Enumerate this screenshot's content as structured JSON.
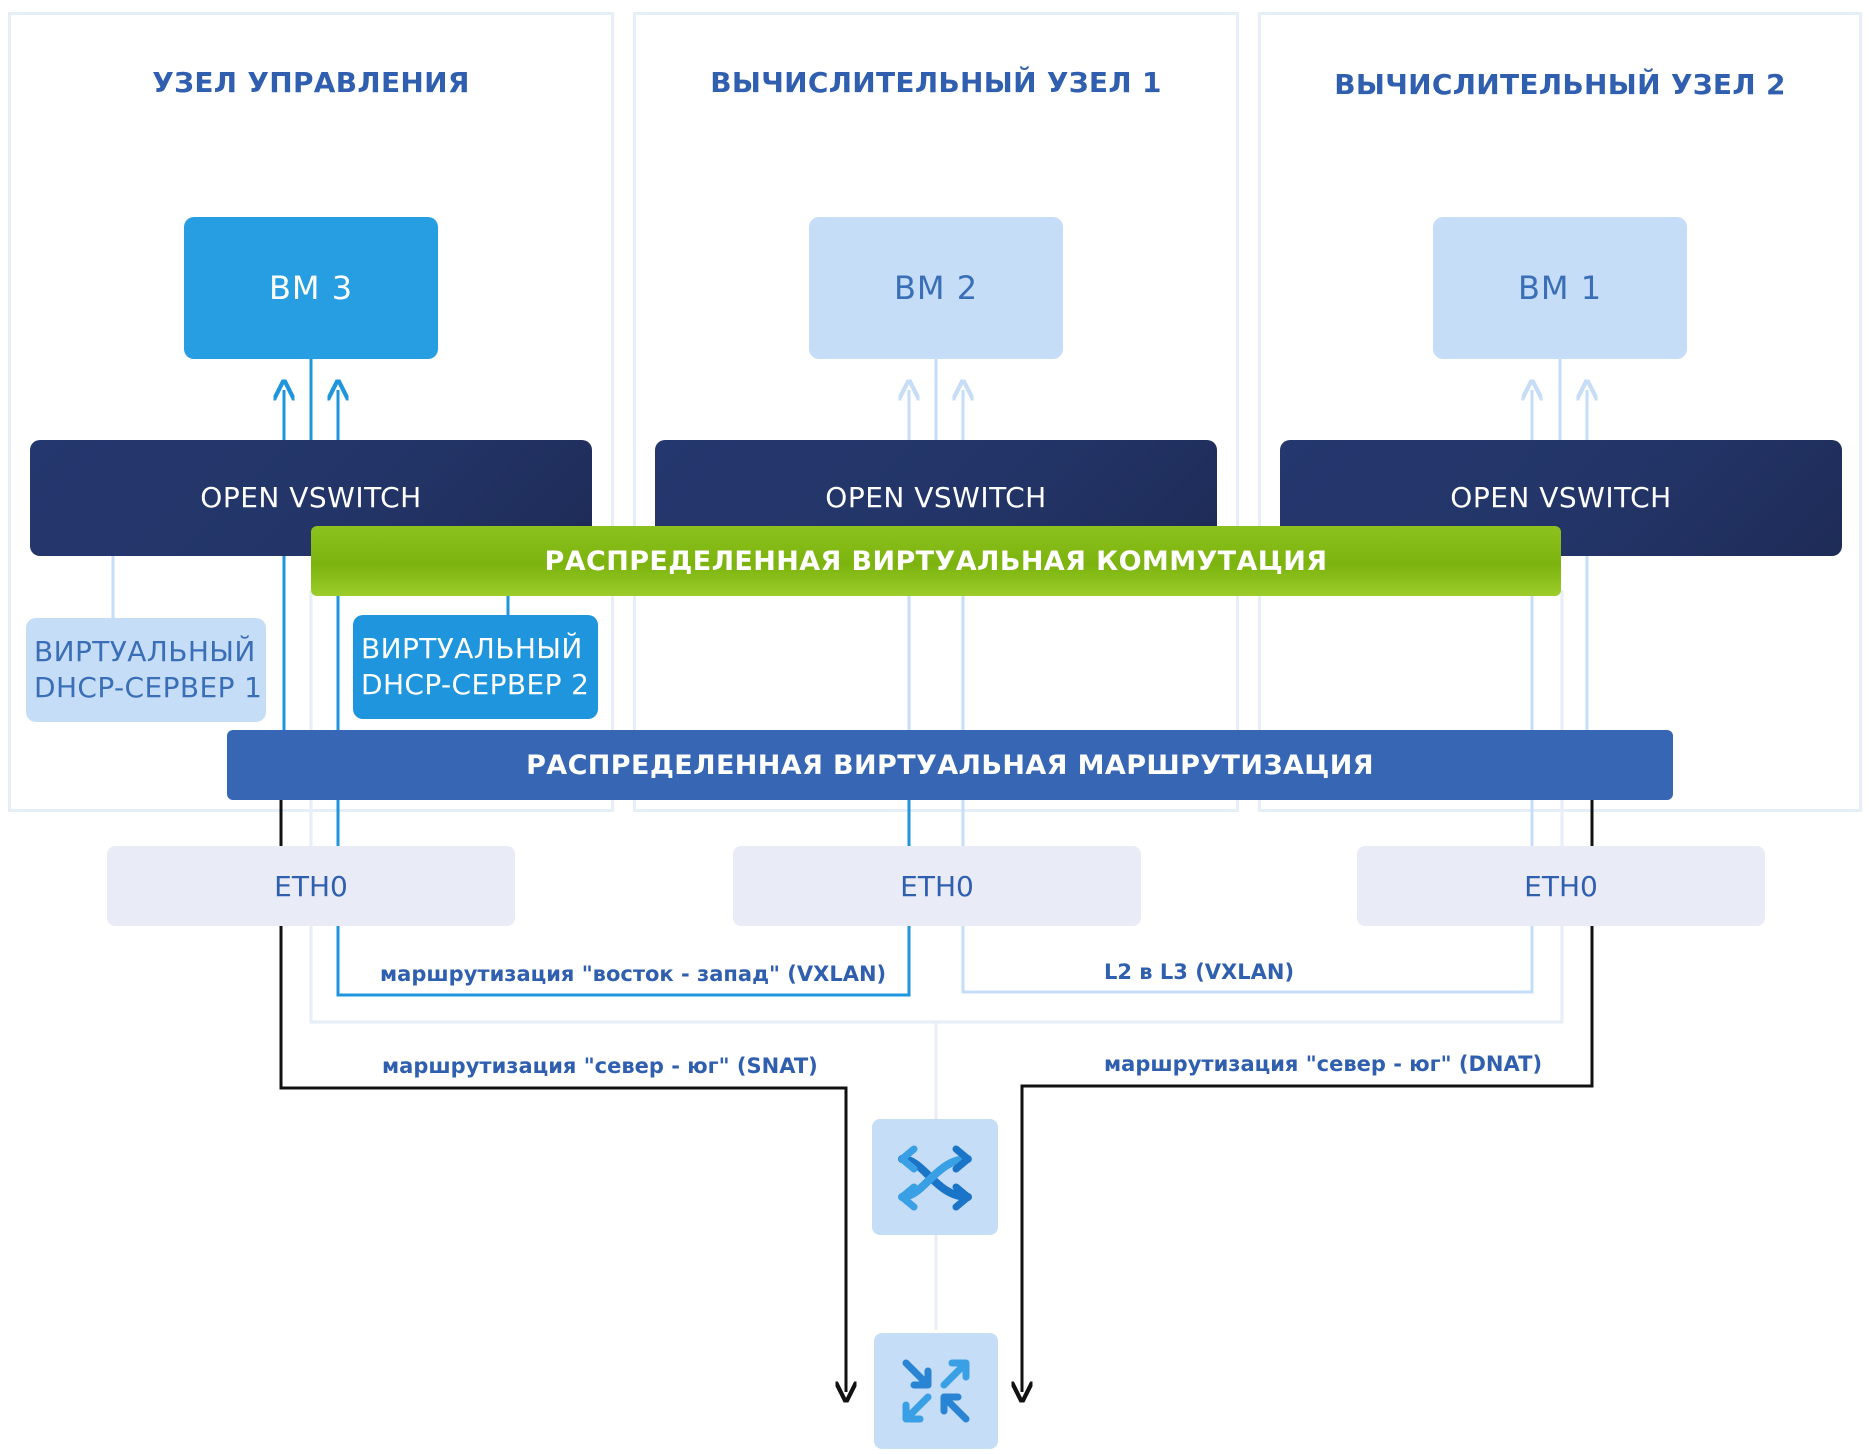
{
  "nodes": {
    "control": {
      "title": "УЗЕЛ УПРАВЛЕНИЯ",
      "vm": "ВМ 3",
      "ovs": "OPEN VSWITCH",
      "eth": "ETH0"
    },
    "compute1": {
      "title": "ВЫЧИСЛИТЕЛЬНЫЙ УЗЕЛ 1",
      "vm": "ВМ 2",
      "ovs": "OPEN VSWITCH",
      "eth": "ETH0"
    },
    "compute2": {
      "title": "ВЫЧИСЛИТЕЛЬНЫЙ УЗЕЛ 2",
      "vm": "ВМ 1",
      "ovs": "OPEN VSWITCH",
      "eth": "ETH0"
    }
  },
  "dhcp": {
    "server1": {
      "line1": "ВИРТУАЛЬНЫЙ",
      "line2": "DHCP-СЕРВЕР 1"
    },
    "server2": {
      "line1": "ВИРТУАЛЬНЫЙ",
      "line2": "DHCP-СЕРВЕР 2"
    }
  },
  "bands": {
    "switching": "РАСПРЕДЕЛЕННАЯ ВИРТУАЛЬНАЯ КОММУТАЦИЯ",
    "routing": "РАСПРЕДЕЛЕННАЯ ВИРТУАЛЬНАЯ МАРШРУТИЗАЦИЯ"
  },
  "paths": {
    "east_west": "маршрутизация \"восток - запад\" (VXLAN)",
    "l2_l3": "L2 в L3 (VXLAN)",
    "north_south_snat": "маршрутизация \"север - юг\" (SNAT)",
    "north_south_dnat": "маршрутизация \"север - юг\" (DNAT)"
  },
  "icons": {
    "switch": "switch-arrows-icon",
    "router": "router-arrows-icon"
  },
  "colors": {
    "active_blue": "#1e95dc",
    "light_blue": "#c6ddf7",
    "navy": "#24376e",
    "green": "#8cc21e",
    "route_blue": "#3766b5",
    "external_black": "#111111"
  }
}
